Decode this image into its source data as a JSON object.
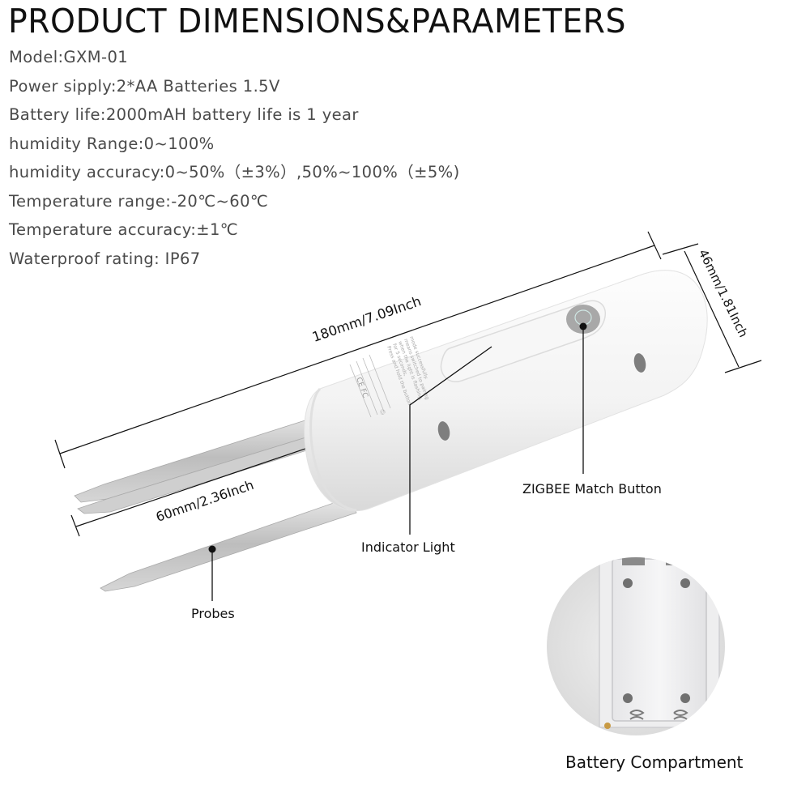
{
  "header": {
    "title": "PRODUCT DIMENSIONS&PARAMETERS"
  },
  "specs": [
    {
      "label": "Model",
      "text": "Model:GXM-01"
    },
    {
      "label": "Power supply",
      "text": "Power sipply:2*AA Batteries 1.5V"
    },
    {
      "label": "Battery life",
      "text": "Battery life:2000mAH battery life is 1 year"
    },
    {
      "label": "Humidity range",
      "text": "humidity Range:0~100%"
    },
    {
      "label": "Humidity accuracy",
      "text": "humidity accuracy:0~50%（±3%）,50%~100%（±5%)"
    },
    {
      "label": "Temperature range",
      "text": "Temperature range:-20℃~60℃"
    },
    {
      "label": "Temperature accuracy",
      "text": "Temperature accuracy:±1℃"
    },
    {
      "label": "Waterproof rating",
      "text": "Waterproof rating:  IP67"
    }
  ],
  "dimensions": {
    "length": "180mm/7.09Inch",
    "diameter": "46mm/1.81Inch",
    "probe_length": "60mm/2.36Inch"
  },
  "callouts": {
    "zigbee_button": "ZIGBEE Match Button",
    "indicator_light": "Indicator Light",
    "probes": "Probes",
    "battery_compartment": "Battery Compartment"
  },
  "colors": {
    "text_title": "#111111",
    "text_specs": "#4a4a4a",
    "device_body": "#f4f4f4",
    "probe_metal": "#c9c9c9",
    "button_gray": "#9a9a9a"
  }
}
